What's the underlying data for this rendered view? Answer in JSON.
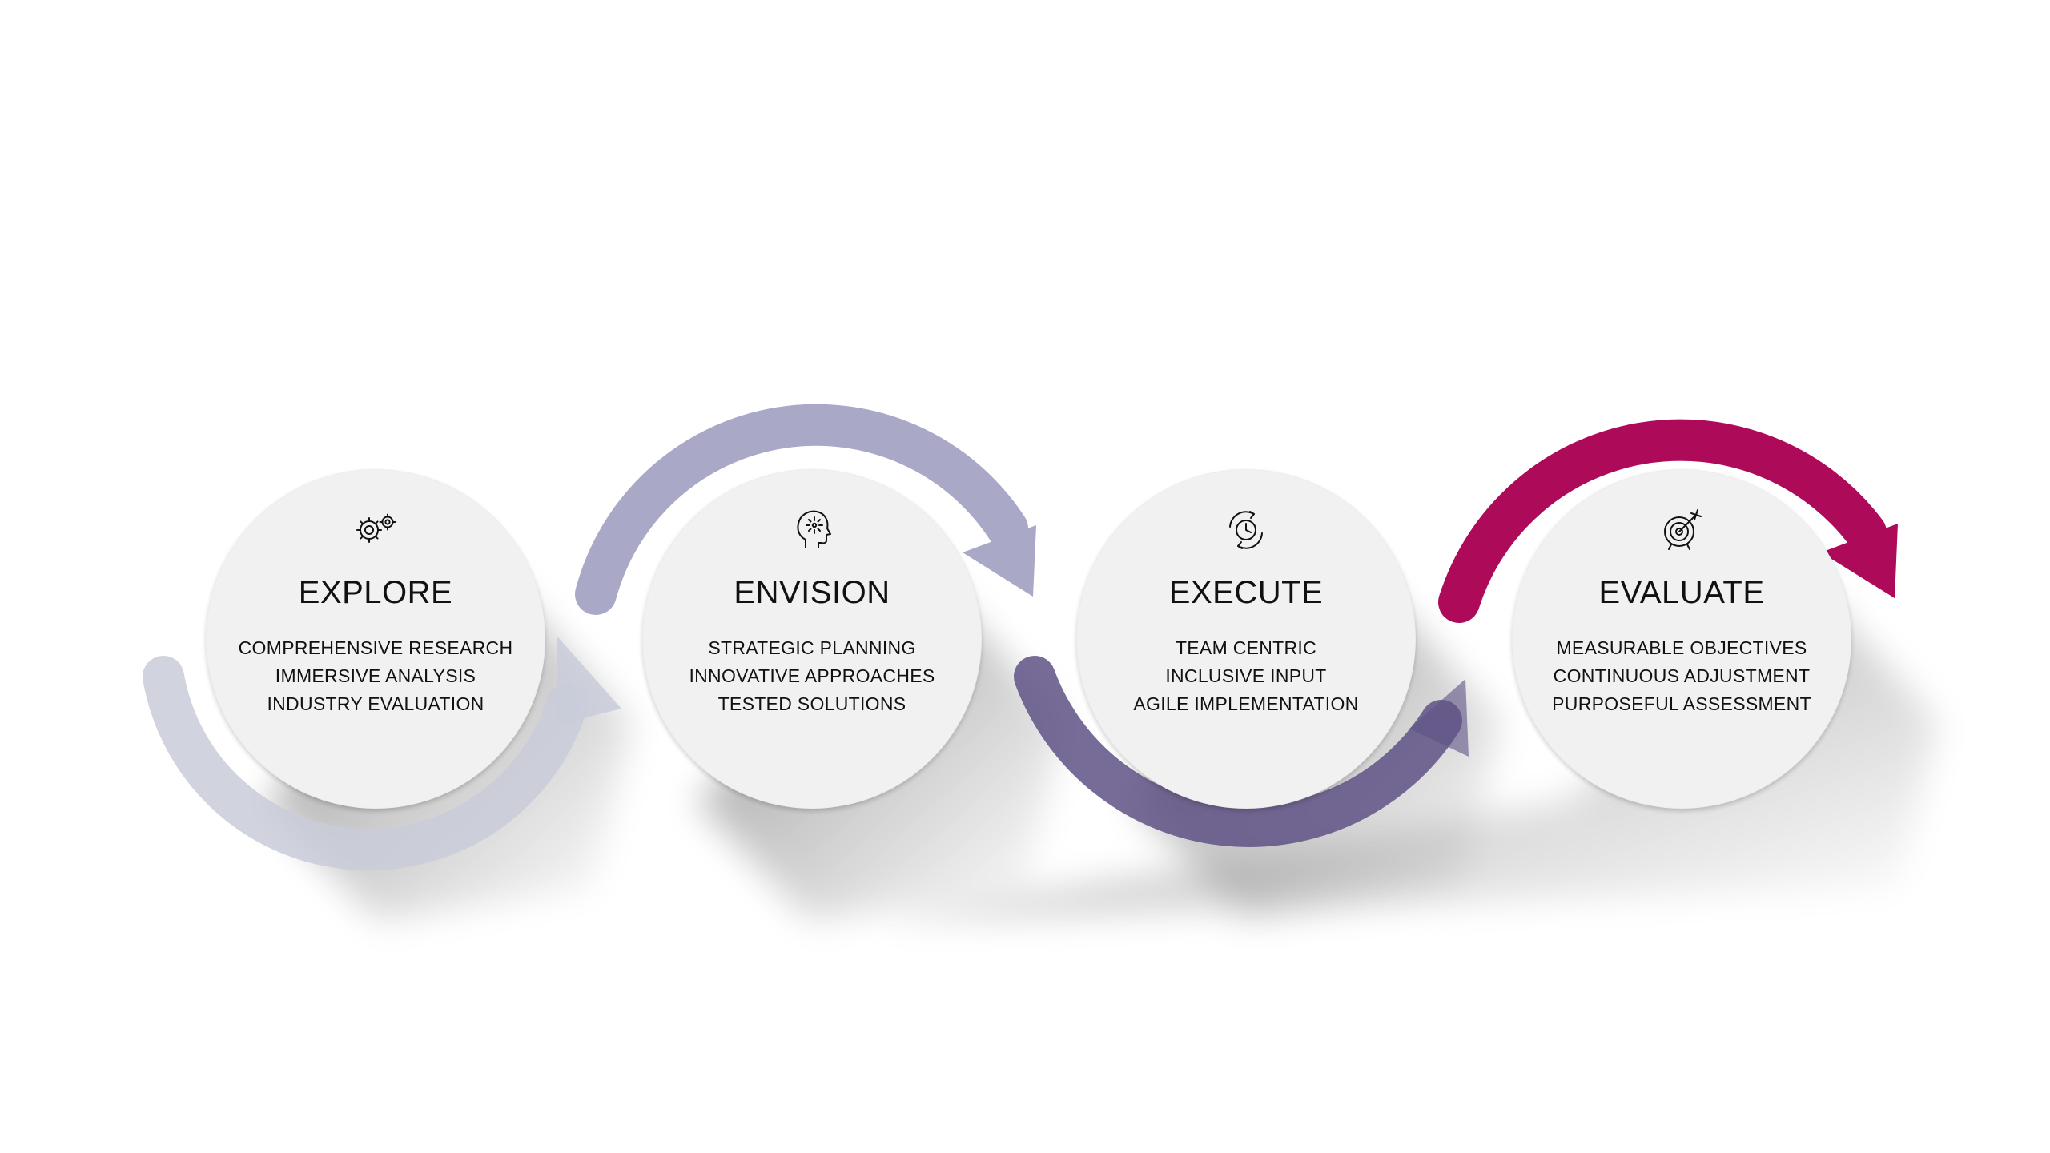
{
  "colors": {
    "background": "#ffffff",
    "circle_fill": "#f1f1f1",
    "text": "#111111",
    "arrow_1": "#c9ccd9",
    "arrow_2": "#a9a8c6",
    "arrow_3": "#5f5285",
    "arrow_4": "#ad0a5a"
  },
  "steps": [
    {
      "icon": "gears-icon",
      "title": "EXPLORE",
      "items": [
        "COMPREHENSIVE RESEARCH",
        "IMMERSIVE ANALYSIS",
        "INDUSTRY EVALUATION"
      ]
    },
    {
      "icon": "head-idea-icon",
      "title": "ENVISION",
      "items": [
        "STRATEGIC PLANNING",
        "INNOVATIVE APPROACHES",
        "TESTED SOLUTIONS"
      ]
    },
    {
      "icon": "clock-cycle-icon",
      "title": "EXECUTE",
      "items": [
        "TEAM CENTRIC",
        "INCLUSIVE INPUT",
        "AGILE IMPLEMENTATION"
      ]
    },
    {
      "icon": "target-icon",
      "title": "EVALUATE",
      "items": [
        "MEASURABLE OBJECTIVES",
        "CONTINUOUS ADJUSTMENT",
        "PURPOSEFUL ASSESSMENT"
      ]
    }
  ]
}
